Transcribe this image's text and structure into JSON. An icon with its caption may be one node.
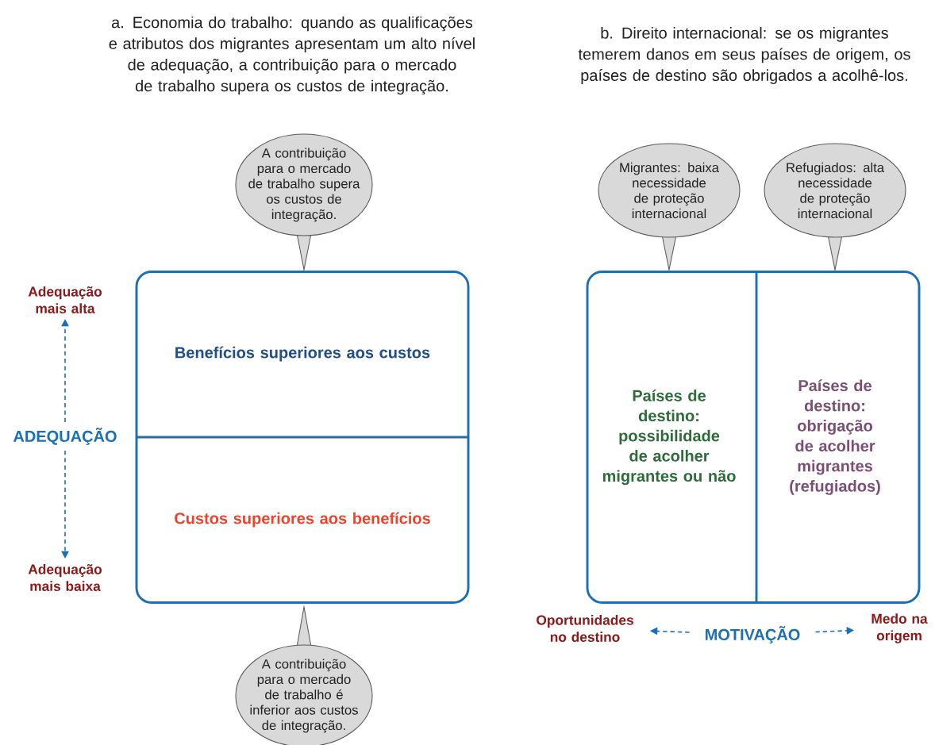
{
  "diagram": {
    "nodes": [
      {
        "text": [],
        "shape": "box"
      },
      {
        "text": [
          "Benefícios superiores aos custos"
        ],
        "in": 0
      },
      {
        "text": [
          "Custos superiores aos benefícios"
        ],
        "in": 0
      },
      {
        "text": [
          "A contribuição para o mercado de trabalho supera os custos de integração."
        ]
      },
      {
        "text": [
          "A contribuição para o mercado de trabalho é inferior aos custos de integração."
        ]
      },
      {
        "text": [],
        "shape": "box"
      },
      {
        "text": [
          "Países de destino: possibilidade de acolher migrantes ou não"
        ],
        "in": 5
      },
      {
        "text": [
          "Países de destino: obrigação de acolher migrantes (refugiados)"
        ],
        "in": 5
      },
      {
        "text": [
          "Migrantes: baixa necessidade de proteção internacional"
        ]
      },
      {
        "text": [
          "Refugiados: alta necessidade de proteção internacional"
        ]
      },
      {
        "text": [
          "Adequação mais alta"
        ]
      },
      {
        "text": [
          "ADEQUAÇÃO"
        ]
      },
      {
        "text": [
          "Adequação mais baixa"
        ]
      },
      {
        "text": [
          "Oportunidades no destino"
        ]
      },
      {
        "text": [
          "MOTIVAÇÃO"
        ]
      },
      {
        "text": [
          "Medo na origem"
        ]
      }
    ],
    "edges": [
      {
        "from": 11,
        "to": 10,
        "arrow": "to",
        "style": "dashed"
      },
      {
        "from": 11,
        "to": 12,
        "arrow": "to",
        "style": "dashed"
      },
      {
        "from": 14,
        "to": 13,
        "arrow": "to",
        "style": "dashed"
      },
      {
        "from": 14,
        "to": 15,
        "arrow": "to",
        "style": "dashed"
      }
    ],
    "labels": [
      "a. Economia do trabalho: quando as qualificações e atributos dos migrantes apresentam um alto nível de adequação, a contribuição para o mercado de trabalho supera os custos de integração.",
      "b. Direito internacional: se os migrantes temerem danos em seus países de origem, os países de destino são obrigados a acolhê-los."
    ]
  }
}
